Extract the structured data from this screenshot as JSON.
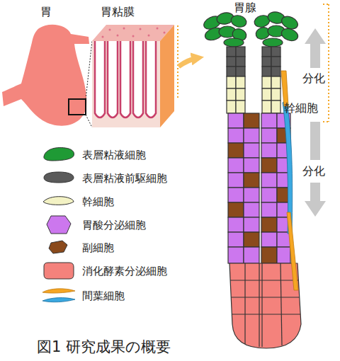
{
  "diagram": {
    "caption": "図1 研究成果の概要",
    "nodes": [
      {
        "text": [
          "胃"
        ]
      },
      {
        "text": [
          "胃粘膜"
        ]
      },
      {
        "text": [
          "胃腺"
        ]
      }
    ],
    "edges": [
      {
        "from": 1,
        "to": 2,
        "arrow": "to"
      }
    ],
    "labels": [
      "分化",
      "幹細胞",
      "分化"
    ],
    "legend": [
      {
        "text": "表層粘液細胞",
        "color": "#1f9a35"
      },
      {
        "text": "表層粘液前駆細胞",
        "color": "#5a5a5a"
      },
      {
        "text": "幹細胞",
        "color": "#f3f2c4"
      },
      {
        "text": "胃酸分泌細胞",
        "color": "#cc77ee"
      },
      {
        "text": "副細胞",
        "color": "#8a4a1c"
      },
      {
        "text": "消化酵素分泌細胞",
        "color": "#f4827c"
      },
      {
        "text": "間葉細胞"
      }
    ]
  }
}
